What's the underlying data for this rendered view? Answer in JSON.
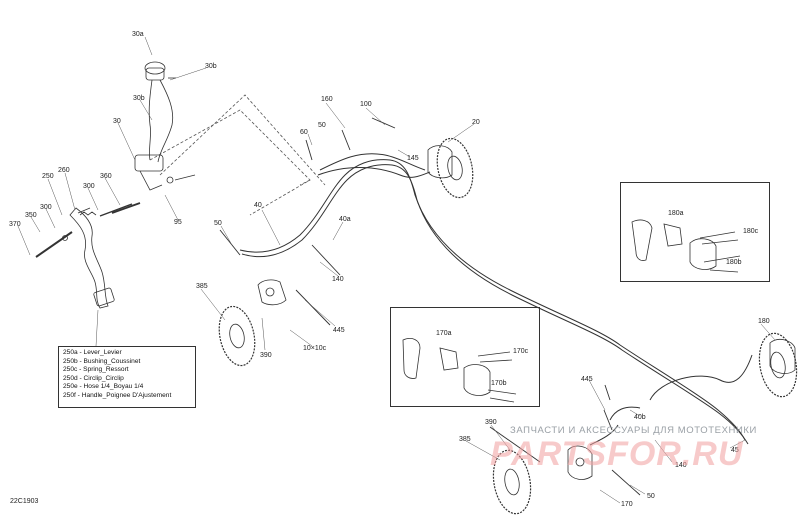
{
  "diagram_code": "22C1903",
  "legend": [
    "250a - Lever_Levier",
    "250b - Bushing_Coussinet",
    "250c - Spring_Ressort",
    "250d - Circlip_Circlip",
    "250e - Hose 1/4_Boyau 1/4",
    "250f - Handle_Poignee D'Ajustement"
  ],
  "callouts": {
    "c30a": "30a",
    "c30b_top": "30b",
    "c30b": "30b",
    "c30": "30",
    "c95": "95",
    "c260": "260",
    "c250": "250",
    "c300a": "300",
    "c360": "360",
    "c300b": "300",
    "c350": "350",
    "c370": "370",
    "c160": "160",
    "c100": "100",
    "c50a": "50",
    "c60": "60",
    "c145": "145",
    "c20": "20",
    "c40": "40",
    "c40a": "40a",
    "c50b": "50",
    "c140": "140",
    "c385a": "385",
    "c445a": "445",
    "c10x10c": "10×10c",
    "c390a": "390",
    "c180a": "180a",
    "c180c": "180c",
    "c180b": "180b",
    "c180": "180",
    "c170a": "170a",
    "c170c": "170c",
    "c170b": "170b",
    "c445b": "445",
    "c390b": "390",
    "c385b": "385",
    "c40b": "40b",
    "c140b": "140",
    "c45": "45",
    "c50c": "50",
    "c170": "170"
  },
  "watermark": {
    "caption": "ЗАПЧАСТИ И АКСЕССУАРЫ ДЛЯ МОТОТЕХНИКИ",
    "logo": "PARTSFOR.RU"
  }
}
